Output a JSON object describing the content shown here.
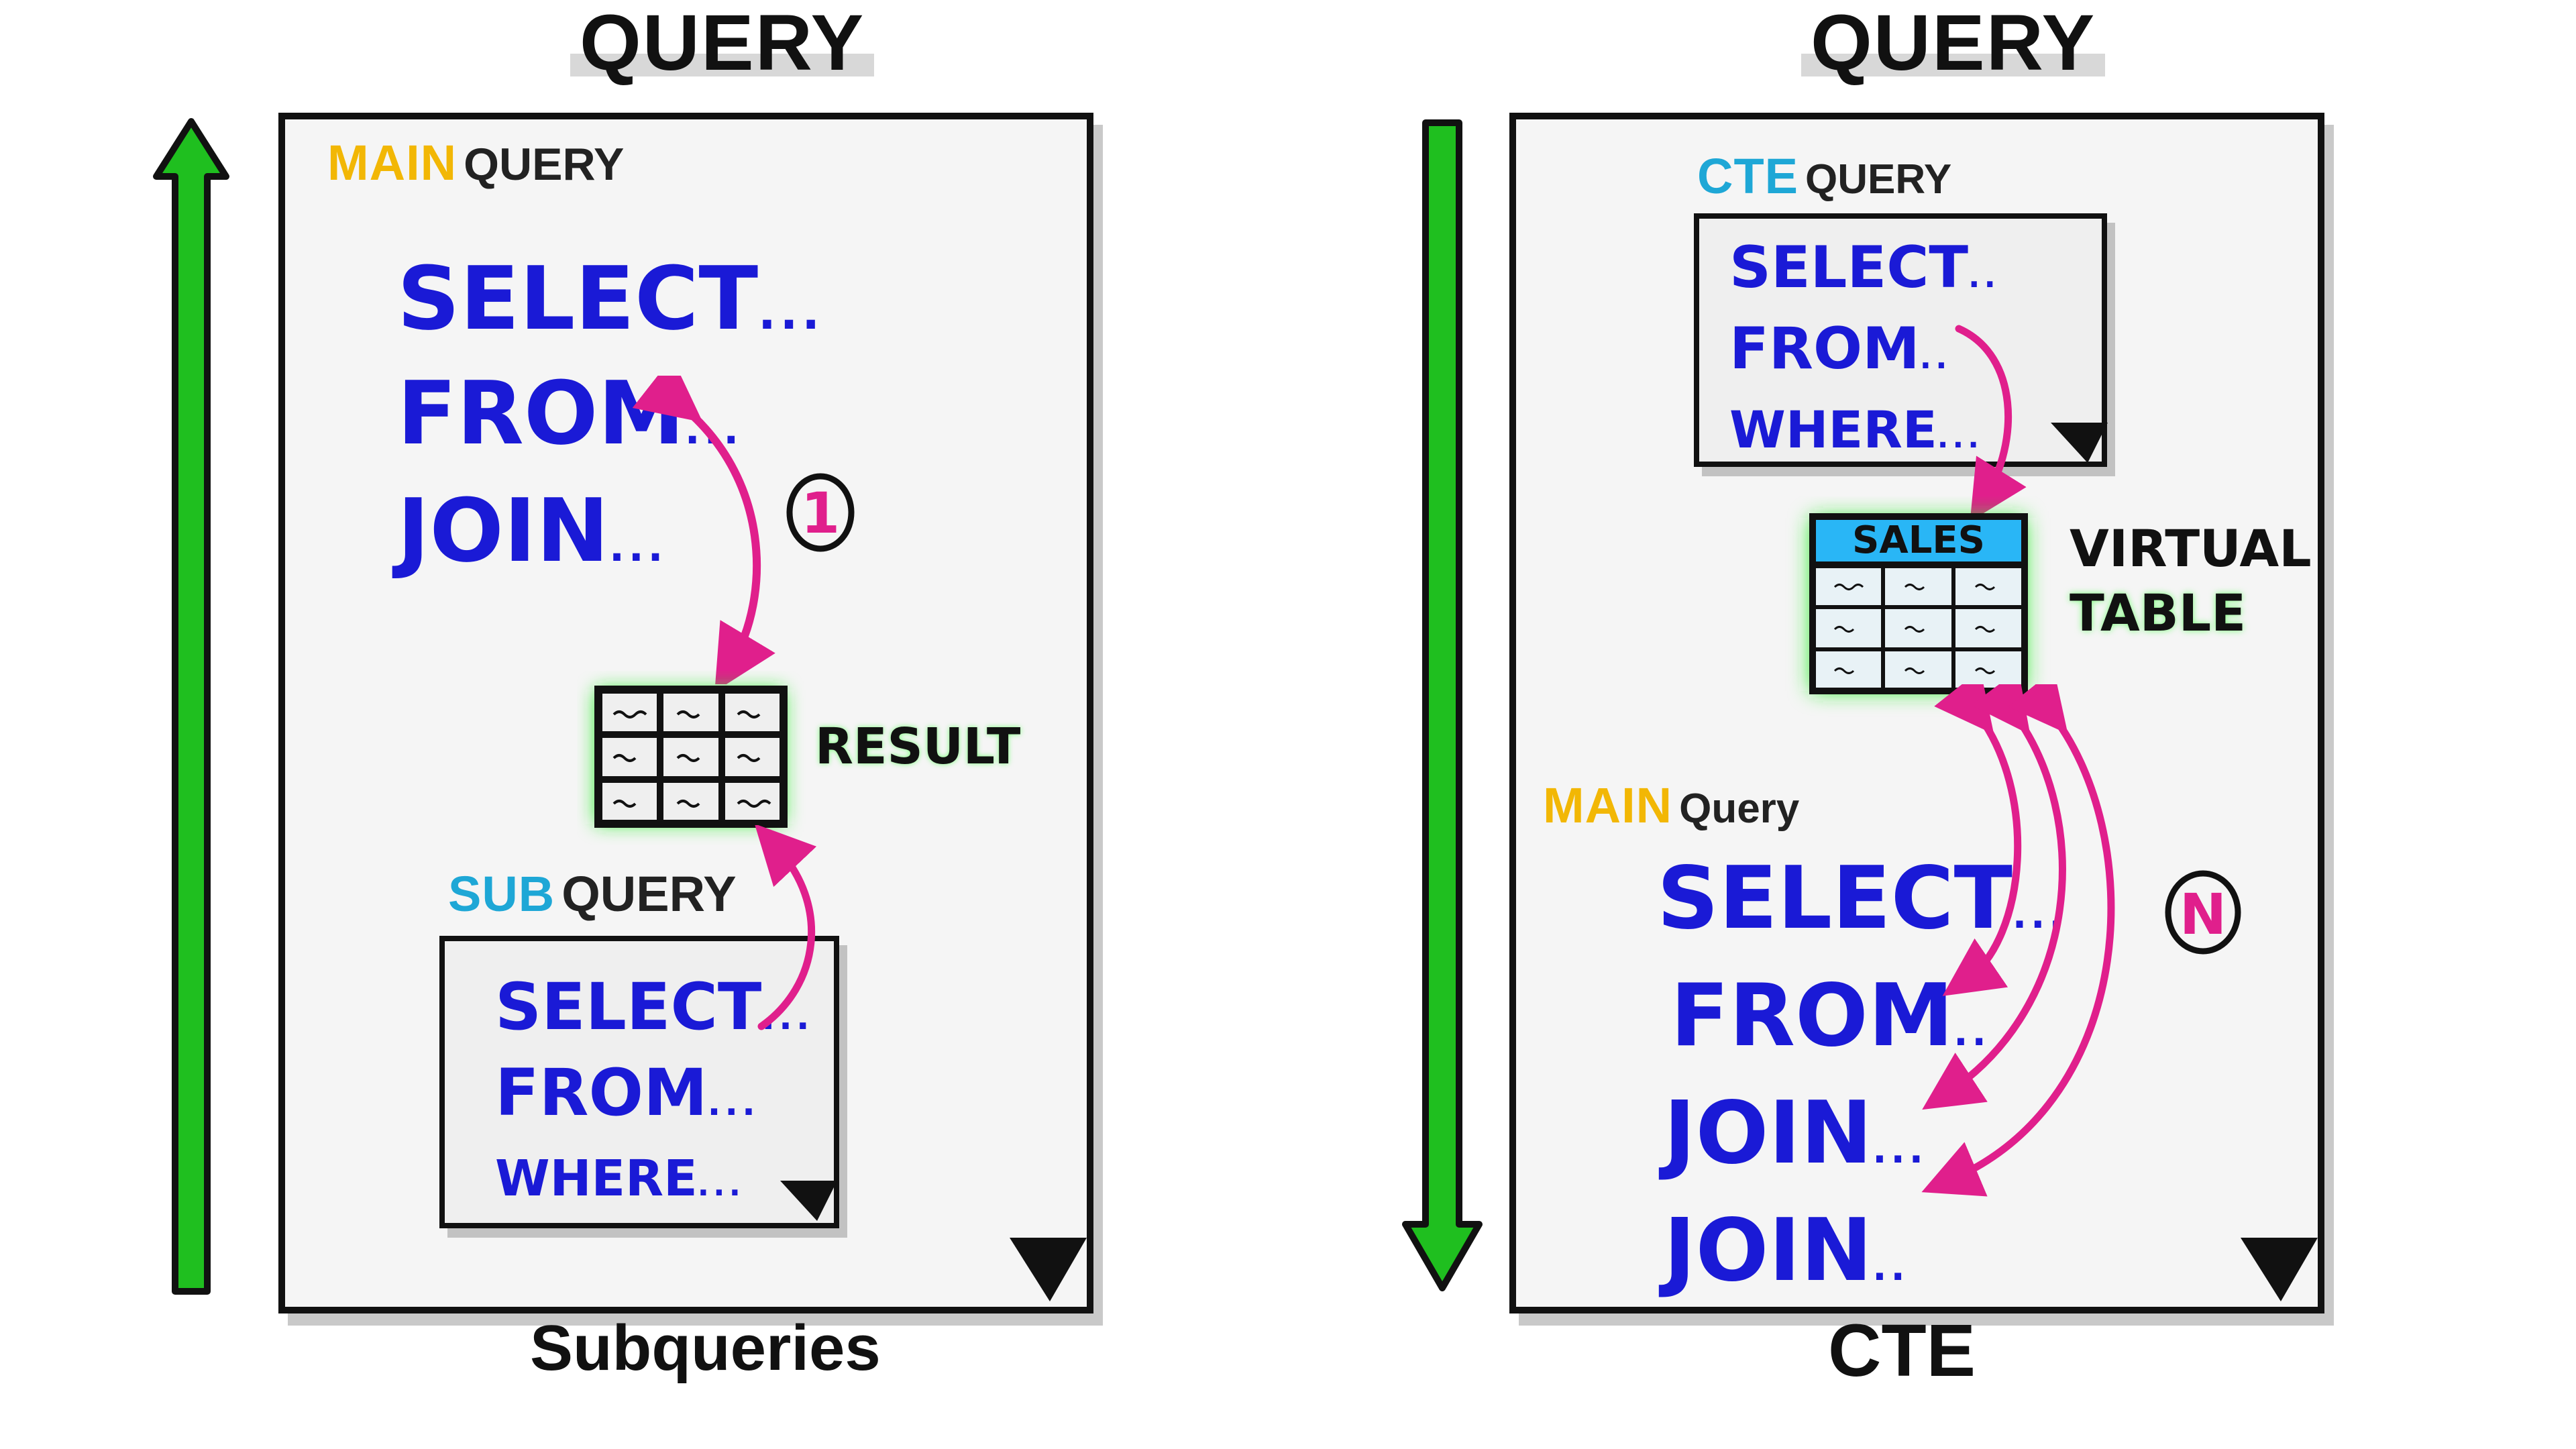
{
  "left": {
    "title": "QUERY",
    "caption": "Subqueries",
    "main_query": {
      "accent": "MAIN",
      "word": "QUERY",
      "accent_color": "#f2b705",
      "lines": [
        "SELECT",
        "FROM",
        "JOIN"
      ],
      "dots": [
        "...",
        "...",
        "..."
      ]
    },
    "result_label": "RESULT",
    "marker": "1",
    "sub_query": {
      "accent": "SUB",
      "word": "QUERY",
      "accent_color": "#1ea7d6",
      "lines": [
        "SELECT",
        "FROM",
        "WHERE"
      ],
      "dots": [
        "...",
        "...",
        "..."
      ]
    }
  },
  "right": {
    "title": "QUERY",
    "caption": "CTE",
    "cte_query": {
      "accent": "CTE",
      "word": "QUERY",
      "accent_color": "#1ea7d6",
      "lines": [
        "SELECT",
        "FROM",
        "WHERE"
      ],
      "dots": [
        "..",
        "..",
        "..."
      ]
    },
    "table_header": "SALES",
    "table_label": [
      "VIRTUAL",
      "TABLE"
    ],
    "marker": "N",
    "main_query": {
      "accent": "MAIN",
      "word": "Query",
      "accent_color": "#f2b705",
      "lines": [
        "SELECT",
        "FROM",
        "JOIN",
        "JOIN"
      ],
      "dots": [
        "...",
        "..",
        "...",
        ".."
      ]
    }
  },
  "colors": {
    "code": "#1a1ad6",
    "arrow_curve": "#e01f8c",
    "flow_arrow": "#1fbf1f",
    "glow": "#22ee22",
    "table_header": "#29b6f6"
  },
  "icons": [
    "up-arrow-icon",
    "down-arrow-icon",
    "page-curl-icon",
    "table-icon"
  ]
}
